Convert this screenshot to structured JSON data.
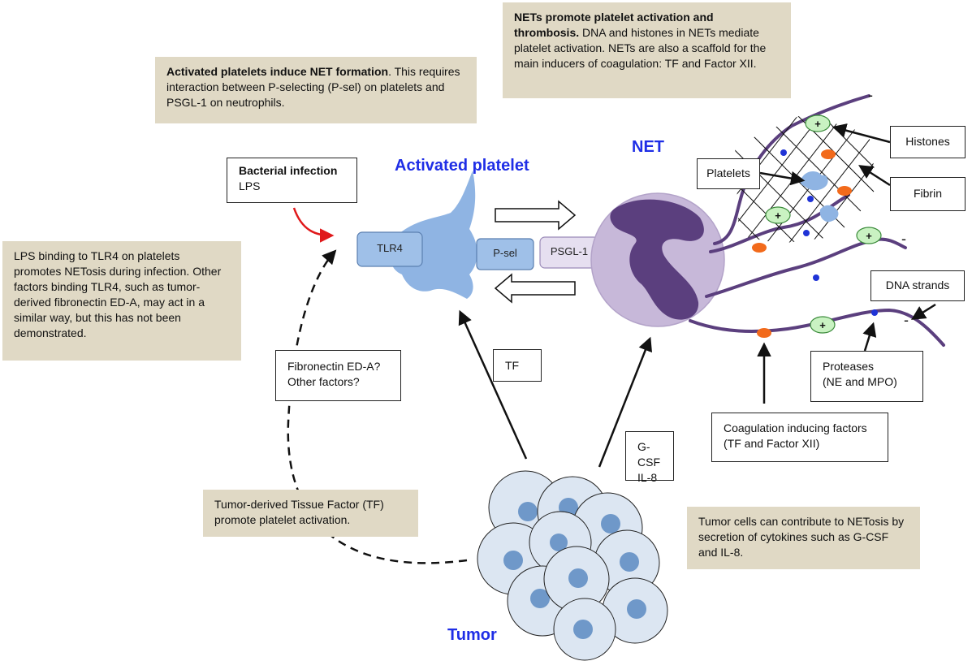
{
  "notes": {
    "nets_promote": {
      "title": "NETs promote platelet activation and thrombosis.",
      "body": " DNA and histones in NETs mediate platelet activation. NETs are also a scaffold for the main inducers of coagulation: TF and Factor XII."
    },
    "activated_induce": {
      "title": "Activated platelets induce NET formation",
      "body": ". This requires interaction between P-selecting (P-sel) on platelets and PSGL-1 on neutrophils."
    },
    "lps_binding": {
      "body": "LPS binding to TLR4 on platelets promotes NETosis during infection. Other factors binding TLR4, such as tumor-derived fibronectin ED-A, may act in a similar way, but this has not been demonstrated."
    },
    "tumor_tf": {
      "body": "Tumor-derived Tissue Factor (TF) promote platelet activation."
    },
    "tumor_cells": {
      "body": "Tumor cells can contribute to NETosis by secretion of cytokines such as G-CSF and IL-8."
    }
  },
  "boxes": {
    "bacterial": {
      "title": "Bacterial infection",
      "line": "LPS"
    },
    "fibronectin": {
      "line1": "Fibronectin ED-A?",
      "line2": "Other factors?"
    },
    "tf": {
      "line": "TF"
    },
    "gcsf": {
      "line1": "G-CSF",
      "line2": "IL-8"
    },
    "histones": {
      "line": "Histones"
    },
    "platelets": {
      "line": "Platelets"
    },
    "fibrin": {
      "line": "Fibrin"
    },
    "dna": {
      "line": "DNA strands"
    },
    "proteases": {
      "line1": "Proteases",
      "line2": "(NE and MPO)"
    },
    "coag": {
      "line1": "Coagulation inducing factors",
      "line2": "(TF and Factor XII)"
    }
  },
  "headings": {
    "activated_platelet": "Activated platelet",
    "net": "NET",
    "tumor": "Tumor"
  },
  "receptors": {
    "tlr4": "TLR4",
    "psel": "P-sel",
    "psgl1": "PSGL-1"
  },
  "charges": {
    "plus": "+",
    "minus": "-"
  },
  "colors": {
    "note_bg": "#e0d9c5",
    "heading_blue": "#1f2ee6",
    "platelet": "#8fb4e3",
    "neutrophil": "#c7b8d9",
    "nucleus": "#5b3f7e",
    "dna_strand": "#5b3f7e",
    "histone": "#c9f2c2",
    "coag_factor": "#f26a1b",
    "protease": "#1f33d6",
    "tumor_cell": "#dce6f2",
    "tumor_nucleus": "#6f98c9",
    "lps_arrow": "#e0191b"
  }
}
